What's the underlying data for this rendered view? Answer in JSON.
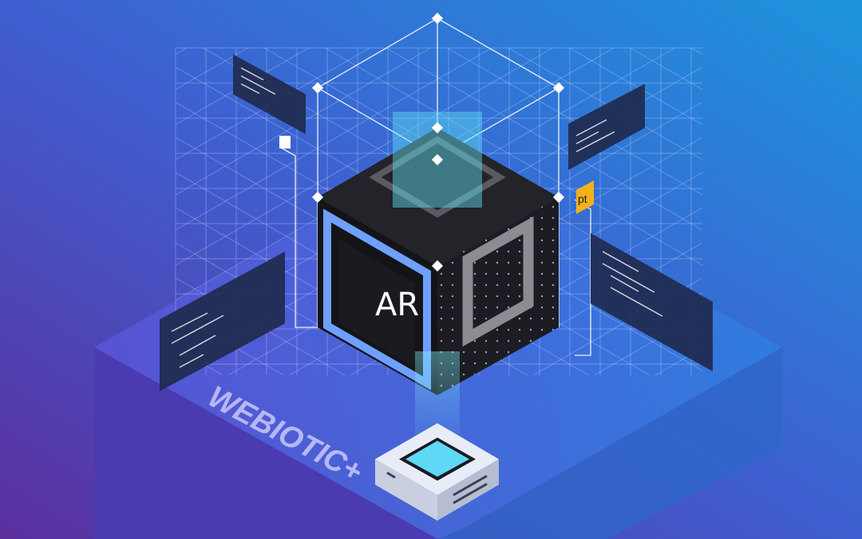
{
  "illustration": {
    "cube_label": "AR",
    "tag_label": "pt",
    "watermark": "WEBIOTIC+"
  },
  "colors": {
    "bg_left": "#5a3aa8",
    "bg_right": "#1e90dc",
    "cube_face": "#1c1c22",
    "frame_blue": "#6fa0ff",
    "tag_yellow": "#f5b11c",
    "glow_cyan": "#5fe3f5"
  }
}
